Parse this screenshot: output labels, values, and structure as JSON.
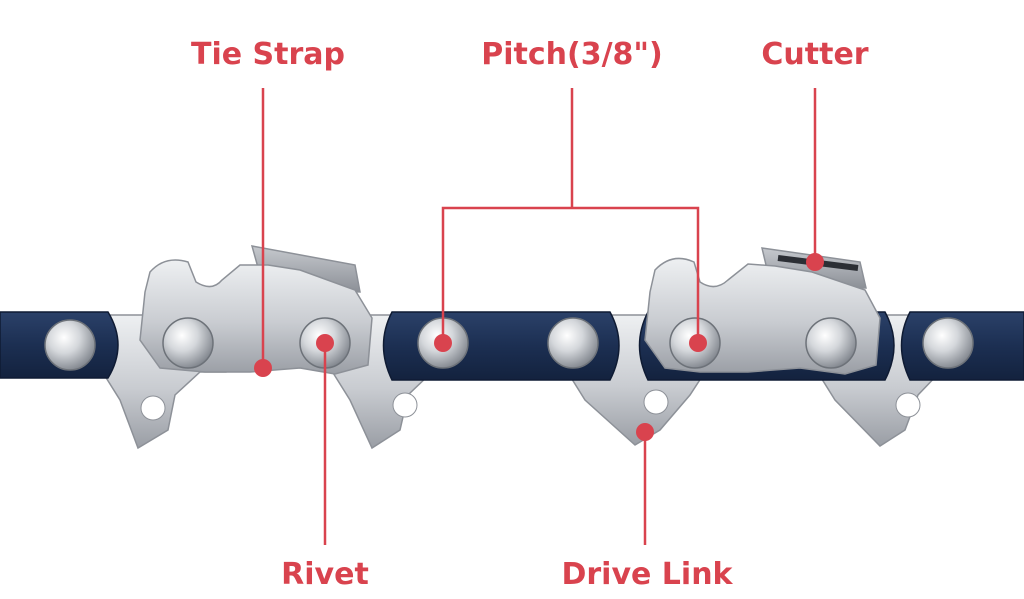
{
  "colors": {
    "callout": "#d9434e",
    "strap_blue": "#1c2f52",
    "steel_light": "#e4e6e9",
    "steel_mid": "#c3c6cb",
    "steel_dark": "#8f939a"
  },
  "labels": {
    "tie_strap": "Tie Strap",
    "pitch": "Pitch(3/8\")",
    "cutter": "Cutter",
    "rivet": "Rivet",
    "drive_link": "Drive Link"
  }
}
